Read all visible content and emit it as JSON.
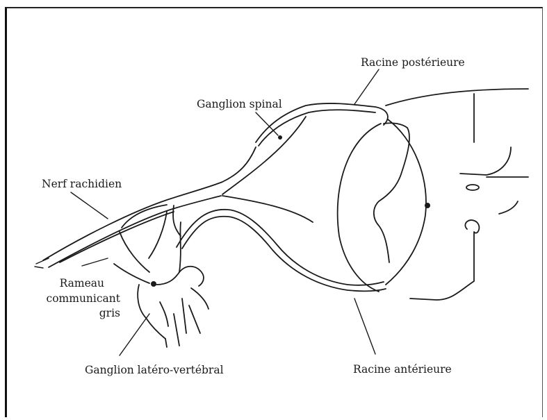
{
  "labels": {
    "racine_posterieure": "Racine postérieure",
    "ganglion_spinal": "Ganglion spinal",
    "nerf_rachidien": "Nerf rachidien",
    "rameau_line1": "Rameau",
    "rameau_line2": "communicant",
    "rameau_line3": "gris",
    "ganglion_latero": "Ganglion latéro-vertébral",
    "racine_anterieure": "Racine antérieure"
  }
}
